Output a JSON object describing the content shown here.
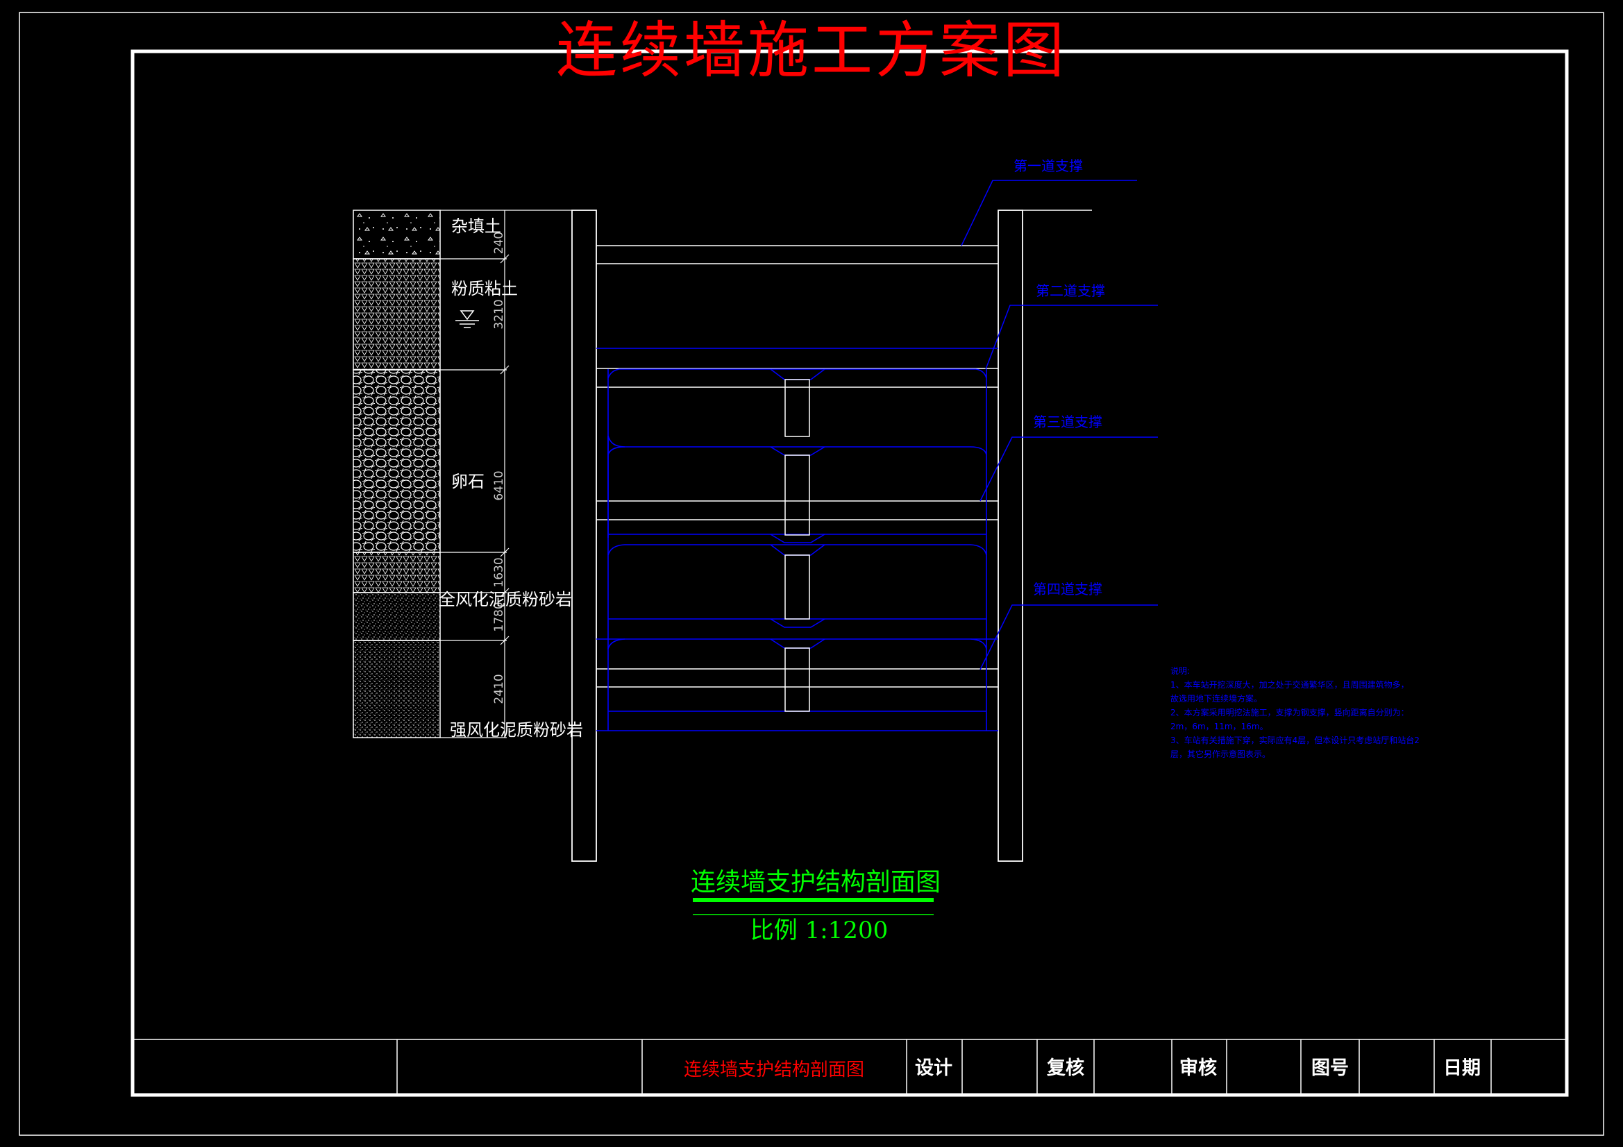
{
  "title": "连续墙施工方案图",
  "section_title": "连续墙支护结构剖面图",
  "scale_text": "比例  1:1200",
  "strata": [
    {
      "name": "杂填土",
      "thickness": "240"
    },
    {
      "name": "粉质粘土",
      "thickness": "3210"
    },
    {
      "name": "卵石",
      "thickness": "6410"
    },
    {
      "name": "",
      "thickness": "1630"
    },
    {
      "name": "全风化泥质粉砂岩",
      "thickness": "1780"
    },
    {
      "name": "强风化泥质粉砂岩",
      "thickness": "2410"
    }
  ],
  "struts": [
    "第一道支撑",
    "第二道支撑",
    "第三道支撑",
    "第四道支撑"
  ],
  "notes": [
    "说明:",
    "1、本车站开挖深度大，加之处于交通繁华区，且周围建筑物多，",
    "故选用地下连续墙方案。",
    "2、本方案采用明挖法施工，支撑为钢支撑，竖向距离自分别为：",
    "2m，6m，11m，16m。",
    "3、车站有关措施下穿，实际应有4层，但本设计只考虑站厅和站台2",
    "层，其它另作示意图表示。"
  ],
  "title_block": {
    "drawing_name": "连续墙支护结构剖面图",
    "design_label": "设计",
    "check_label": "复核",
    "review_label": "审核",
    "number_label": "图号",
    "date_label": "日期"
  },
  "colors": {
    "background": "#000000",
    "line": "#ffffff",
    "title": "#ff0000",
    "section_title": "#00ff00",
    "annotation": "#0000ff",
    "dimension": "#c8c8c8"
  }
}
